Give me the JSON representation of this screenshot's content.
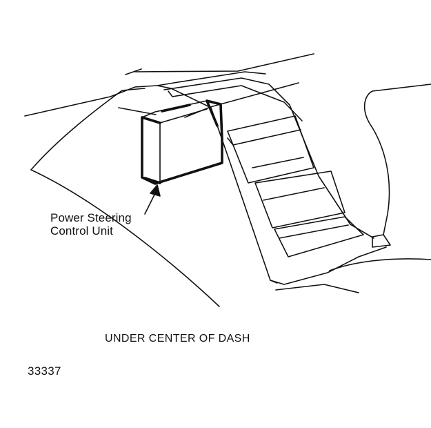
{
  "callout": {
    "line1": "Power Steering",
    "line2": "Control Unit"
  },
  "caption": "UNDER CENTER OF DASH",
  "figure_number": "33337"
}
